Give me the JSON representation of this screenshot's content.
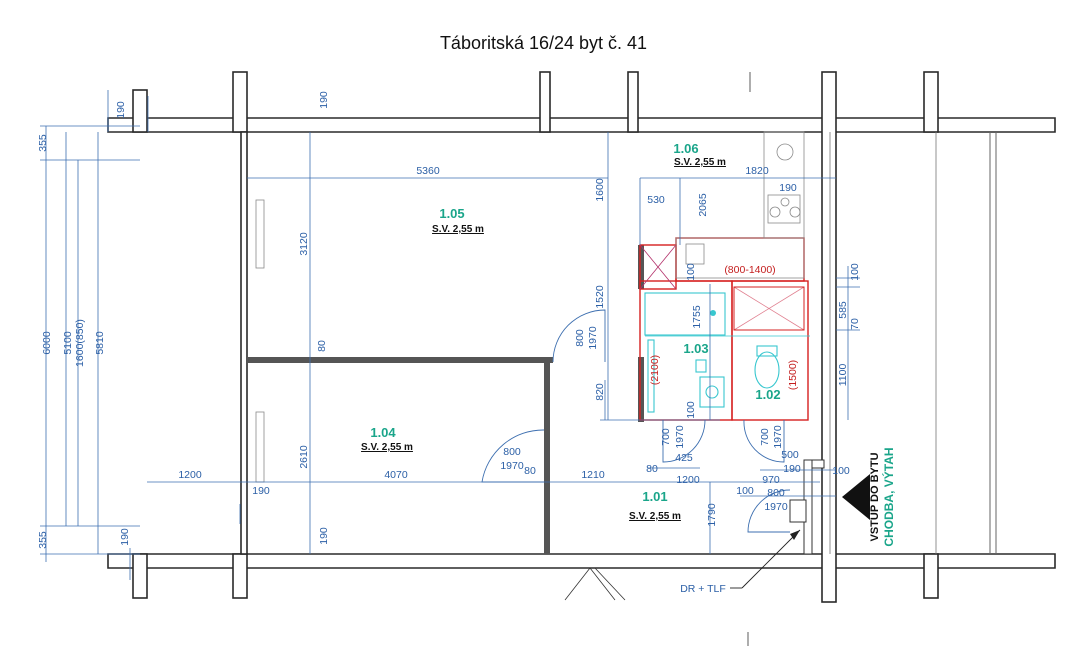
{
  "title": "Táboritská 16/24 byt č. 41",
  "rooms": [
    {
      "id": "1.05",
      "sv": "S.V. 2,55 m"
    },
    {
      "id": "1.06",
      "sv": "S.V. 2,55 m"
    },
    {
      "id": "1.04",
      "sv": "S.V. 2,55 m"
    },
    {
      "id": "1.03"
    },
    {
      "id": "1.02"
    },
    {
      "id": "1.01",
      "sv": "S.V. 2,55 m"
    }
  ],
  "dims": {
    "top_190_a": "190",
    "top_190_b": "190",
    "left_6000": "6000",
    "left_5100": "5100",
    "left_1600": "1600(850)",
    "left_5810": "5810",
    "left_355_top": "355",
    "left_355_bot": "355",
    "left_190_bot": "190",
    "d5360": "5360",
    "d3120": "3120",
    "d80": "80",
    "d2610": "2610",
    "d190_bot": "190",
    "d1200_left": "1200",
    "d190_mid": "190",
    "d4070": "4070",
    "d1210": "1210",
    "d1600": "1600",
    "d530": "530",
    "d2065": "2065",
    "d1820": "1820",
    "d190_k": "190",
    "d100_k": "100",
    "d1520": "1520",
    "d1755": "1755",
    "d820": "820",
    "d800_1": "800",
    "d1970_1": "1970",
    "d800_2": "800",
    "d1970_2": "1970",
    "d80_2": "80",
    "d700_a": "700",
    "d1970_a": "1970",
    "d425": "425",
    "d80_b": "80",
    "d1200_b": "1200",
    "d100_c": "100",
    "d700_b": "700",
    "d1970_b": "1970",
    "d500": "500",
    "d970": "970",
    "d190_r": "190",
    "d100_r1": "100",
    "d585": "585",
    "d70": "70",
    "d1100": "1100",
    "d100_r2": "100",
    "d100_e": "100",
    "d800_e": "800",
    "d1970_e": "1970",
    "d1790": "1790",
    "d100_top": "100"
  },
  "redlabels": {
    "kitchen": "(800-1400)",
    "bath_left": "(2100)",
    "wc": "(1500)"
  },
  "entrance": {
    "line1": "VSTUP DO BYTU",
    "line2": "CHODBA, VÝTAH"
  },
  "callout": "DR + TLF"
}
